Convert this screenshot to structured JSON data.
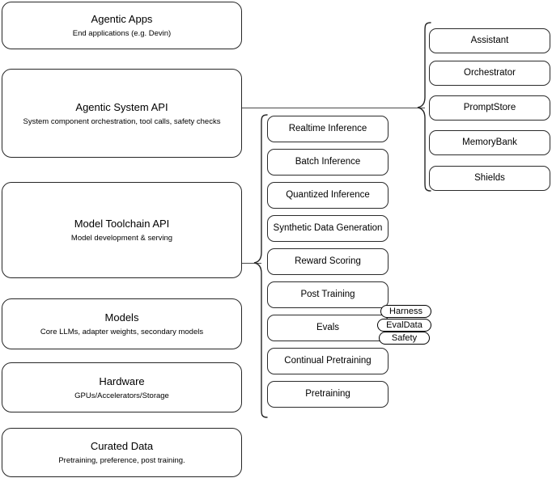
{
  "diagram": {
    "title": "Agentic stack layered architecture",
    "stroke_color": "#262626",
    "background_color": "#ffffff"
  },
  "left_stack": {
    "name": "platform-layers",
    "layers": [
      {
        "title": "Agentic Apps",
        "subtitle": "End applications (e.g. Devin)"
      },
      {
        "title": "Agentic System API",
        "subtitle": "System component orchestration, tool calls, safety checks"
      },
      {
        "title": "Model Toolchain API",
        "subtitle": "Model development & serving"
      },
      {
        "title": "Models",
        "subtitle": "Core LLMs, adapter weights, secondary models"
      },
      {
        "title": "Hardware",
        "subtitle": "GPUs/Accelerators/Storage"
      },
      {
        "title": "Curated Data",
        "subtitle": "Pretraining, preference, post training."
      }
    ]
  },
  "middle_column": {
    "name": "model-toolchain-capabilities",
    "items": [
      {
        "label": "Realtime Inference"
      },
      {
        "label": "Batch Inference"
      },
      {
        "label": "Quantized Inference"
      },
      {
        "label": "Synthetic Data Generation"
      },
      {
        "label": "Reward Scoring"
      },
      {
        "label": "Post Training"
      },
      {
        "label": "Evals"
      },
      {
        "label": "Continual Pretraining"
      },
      {
        "label": "Pretraining"
      }
    ]
  },
  "right_column": {
    "name": "agentic-system-components",
    "items": [
      {
        "label": "Assistant"
      },
      {
        "label": "Orchestrator"
      },
      {
        "label": "PromptStore"
      },
      {
        "label": "MemoryBank"
      },
      {
        "label": "Shields"
      }
    ]
  },
  "evals_pills": {
    "name": "evals-subcomponents",
    "items": [
      {
        "label": "Harness"
      },
      {
        "label": "EvalData"
      },
      {
        "label": "Safety"
      }
    ]
  }
}
